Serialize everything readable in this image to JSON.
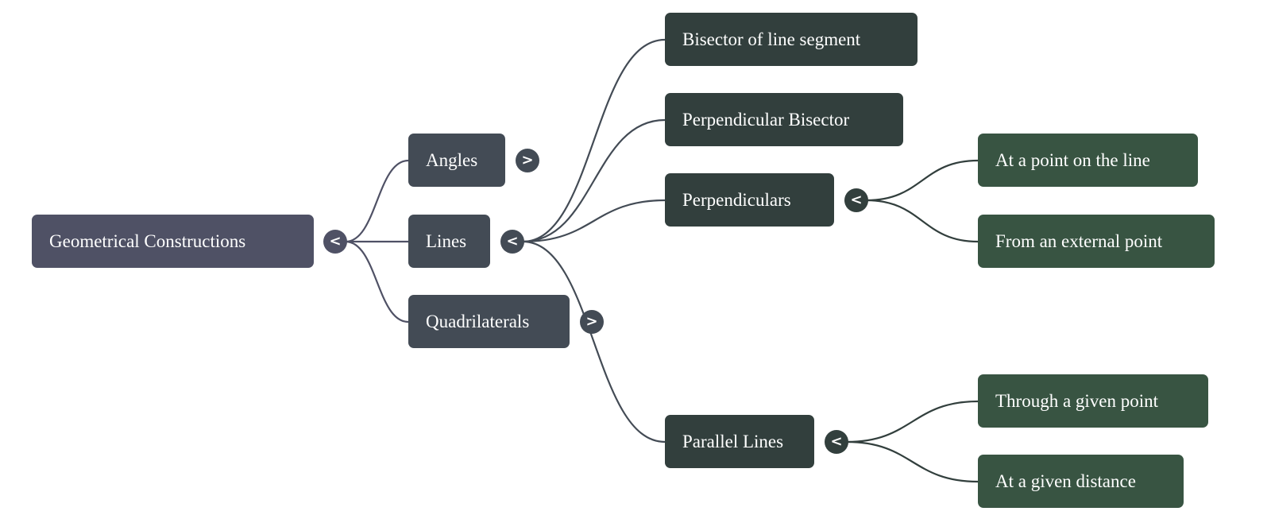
{
  "colors": {
    "root": "#4f5165",
    "level1": "#434b55",
    "level2": "#323f3d",
    "level3": "#385442",
    "link_root": "#4f5165",
    "link_level1": "#434b55",
    "link_level2": "#323f3d"
  },
  "mindmap": {
    "root": {
      "label": "Geometrical Constructions",
      "toggle": "<",
      "expanded": true
    },
    "level1": [
      {
        "label": "Angles",
        "toggle": ">",
        "expanded": false
      },
      {
        "label": "Lines",
        "toggle": "<",
        "expanded": true
      },
      {
        "label": "Quadrilaterals",
        "toggle": ">",
        "expanded": false
      }
    ],
    "lines_children": [
      {
        "label": "Bisector of line segment"
      },
      {
        "label": "Perpendicular Bisector"
      },
      {
        "label": "Perpendiculars",
        "toggle": "<",
        "expanded": true
      },
      {
        "label": "Parallel Lines",
        "toggle": "<",
        "expanded": true
      }
    ],
    "perpendiculars_children": [
      {
        "label": "At a point on the line"
      },
      {
        "label": "From an external point"
      }
    ],
    "parallel_children": [
      {
        "label": "Through a given point"
      },
      {
        "label": "At a given distance"
      }
    ]
  }
}
